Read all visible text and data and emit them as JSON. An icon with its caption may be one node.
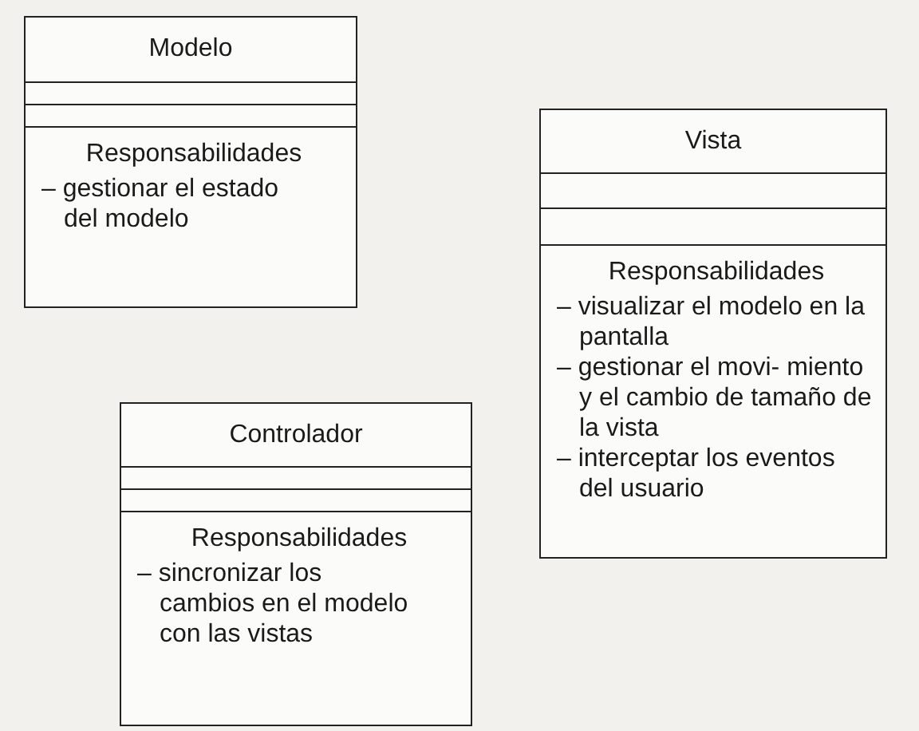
{
  "diagram": {
    "nodes": [
      {
        "text": [
          "Modelo",
          "Responsabilidades",
          "– gestionar el estado del modelo"
        ]
      },
      {
        "text": [
          "Vista",
          "Responsabilidades",
          "– visualizar el modelo en la pantalla",
          "– gestionar el movi- miento y el cambio de tamaño de la vista",
          "– interceptar los eventos del usuario"
        ]
      },
      {
        "text": [
          "Controlador",
          "Responsabilidades",
          "– sincronizar los cambios en el modelo con las vistas"
        ]
      }
    ]
  }
}
